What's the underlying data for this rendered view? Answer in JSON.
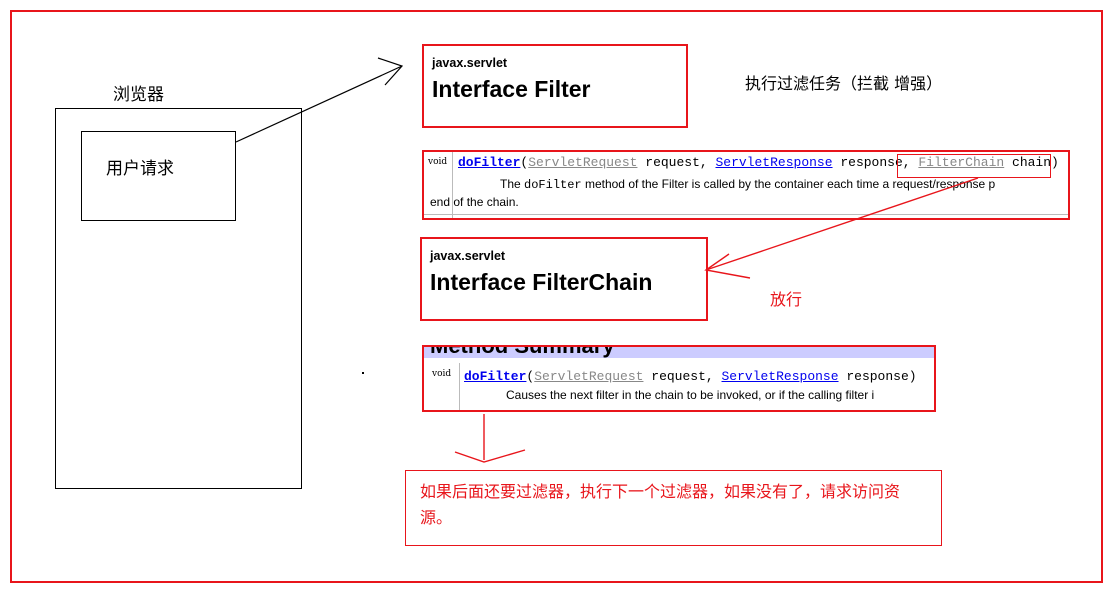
{
  "browser": {
    "label": "浏览器",
    "request_label": "用户请求"
  },
  "filter_interface": {
    "package": "javax.servlet",
    "name": "Interface Filter"
  },
  "filter_method": {
    "return_type": "void",
    "method": "doFilter",
    "param1_type": "ServletRequest",
    "param1_name": "request,",
    "param2_type": "ServletResponse",
    "param2_name": "response,",
    "param3_type": "FilterChain",
    "param3_name": "chain)",
    "description_pre": "The ",
    "description_code": "doFilter",
    "description_post": " method of the Filter is called by the container each time a request/response p",
    "description_line2": "end of the chain."
  },
  "filterchain_interface": {
    "package": "javax.servlet",
    "name": "Interface FilterChain"
  },
  "chain_method": {
    "summary_heading": "Method Summary",
    "return_type": "void",
    "method": "doFilter",
    "param1_type": "ServletRequest",
    "param1_name": "request,",
    "param2_type": "ServletResponse",
    "param2_name": "response)",
    "description": "Causes the next filter in the chain to be invoked, or if the calling filter i"
  },
  "annotations": {
    "task": "执行过滤任务（拦截 增强）",
    "release": "放行",
    "note": "如果后面还要过滤器，执行下一个过滤器，如果没有了，请求访问资源。"
  },
  "colors": {
    "annotation_red": "#e8151b",
    "link_blue": "#0000ee",
    "summary_band": "#ccccff"
  }
}
